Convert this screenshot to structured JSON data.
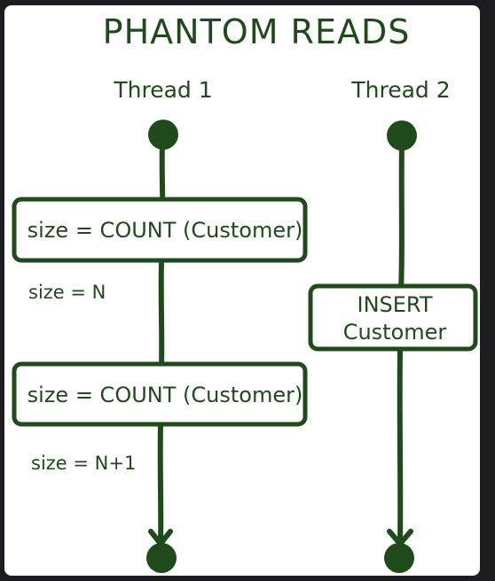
{
  "title": "PHANTOM READS",
  "threads": [
    {
      "label": "Thread 1"
    },
    {
      "label": "Thread 2"
    }
  ],
  "thread1": {
    "step1": "size = COUNT (Customer)",
    "note1": "size = N",
    "step2": "size = COUNT (Customer)",
    "note2": "size = N+1"
  },
  "thread2": {
    "step_line1": "INSERT",
    "step_line2": "Customer"
  },
  "colors": {
    "ink": "#1f4a1a",
    "background": "#1c1d20",
    "card": "#ffffff"
  }
}
